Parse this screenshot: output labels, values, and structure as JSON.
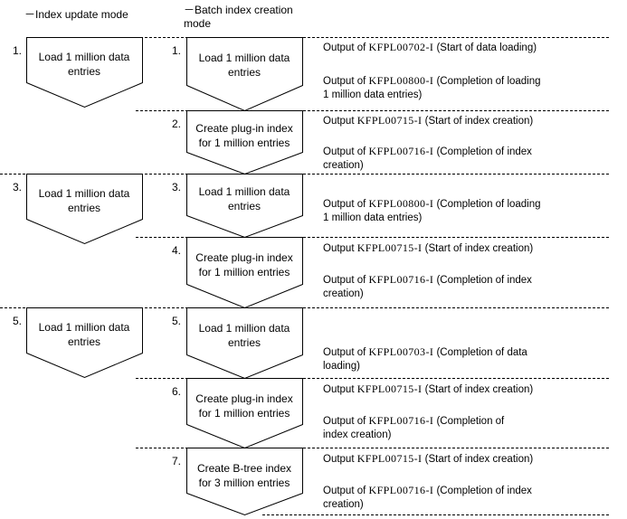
{
  "headers": {
    "left": "－Index update mode",
    "right": "－Batch index creation\nmode"
  },
  "left_column": {
    "steps": [
      {
        "num": "1.",
        "label": "Load 1  million data\nentries"
      },
      {
        "num": "3.",
        "label": "Load 1  million data\nentries"
      },
      {
        "num": "5.",
        "label": "Load 1  million data\nentries"
      }
    ]
  },
  "middle_column": {
    "steps": [
      {
        "num": "1.",
        "label": "Load 1  million data\nentries"
      },
      {
        "num": "2.",
        "label": "Create plug-in index\nfor 1  million entries"
      },
      {
        "num": "3.",
        "label": "Load 1  million data\nentries"
      },
      {
        "num": "4.",
        "label": "Create plug-in index\nfor 1  million entries"
      },
      {
        "num": "5.",
        "label": "Load 1  million data\nentries"
      },
      {
        "num": "6.",
        "label": "Create plug-in index\nfor 1  million entries"
      },
      {
        "num": "7.",
        "label": "Create B-tree index\nfor 3  million entries"
      }
    ]
  },
  "notes": [
    {
      "pre": "Output of ",
      "code": "KFPL00702-I",
      "post": "  (Start of data loading)"
    },
    {
      "pre": "Output of ",
      "code": "KFPL00800-I",
      "post": " (Completion of loading\n1  million data entries)"
    },
    {
      "pre": "Output ",
      "code": "KFPL00715-I",
      "post": "  (Start of index creation)"
    },
    {
      "pre": "Output of ",
      "code": "KFPL00716-I",
      "post": " (Completion of index\ncreation)"
    },
    {
      "pre": "Output of ",
      "code": "KFPL00800-I",
      "post": " (Completion of loading\n1  million data entries)"
    },
    {
      "pre": "Output ",
      "code": "KFPL00715-I",
      "post": "  (Start of index creation)"
    },
    {
      "pre": "Output of ",
      "code": "KFPL00716-I",
      "post": " (Completion of index\ncreation)"
    },
    {
      "pre": " Output of ",
      "code": "KFPL00703-I",
      "post": "  (Completion of data\nloading)"
    },
    {
      "pre": "Output ",
      "code": "KFPL00715-I",
      "post": "  (Start of index creation)"
    },
    {
      "pre": "Output of ",
      "code": "KFPL00716-I",
      "post": "  (Completion of\nindex creation)"
    },
    {
      "pre": "Output ",
      "code": "KFPL00715-I",
      "post": "  (Start of index creation)"
    },
    {
      "pre": "Output of ",
      "code": "KFPL00716-I",
      "post": "  (Completion of index\ncreation)"
    }
  ]
}
